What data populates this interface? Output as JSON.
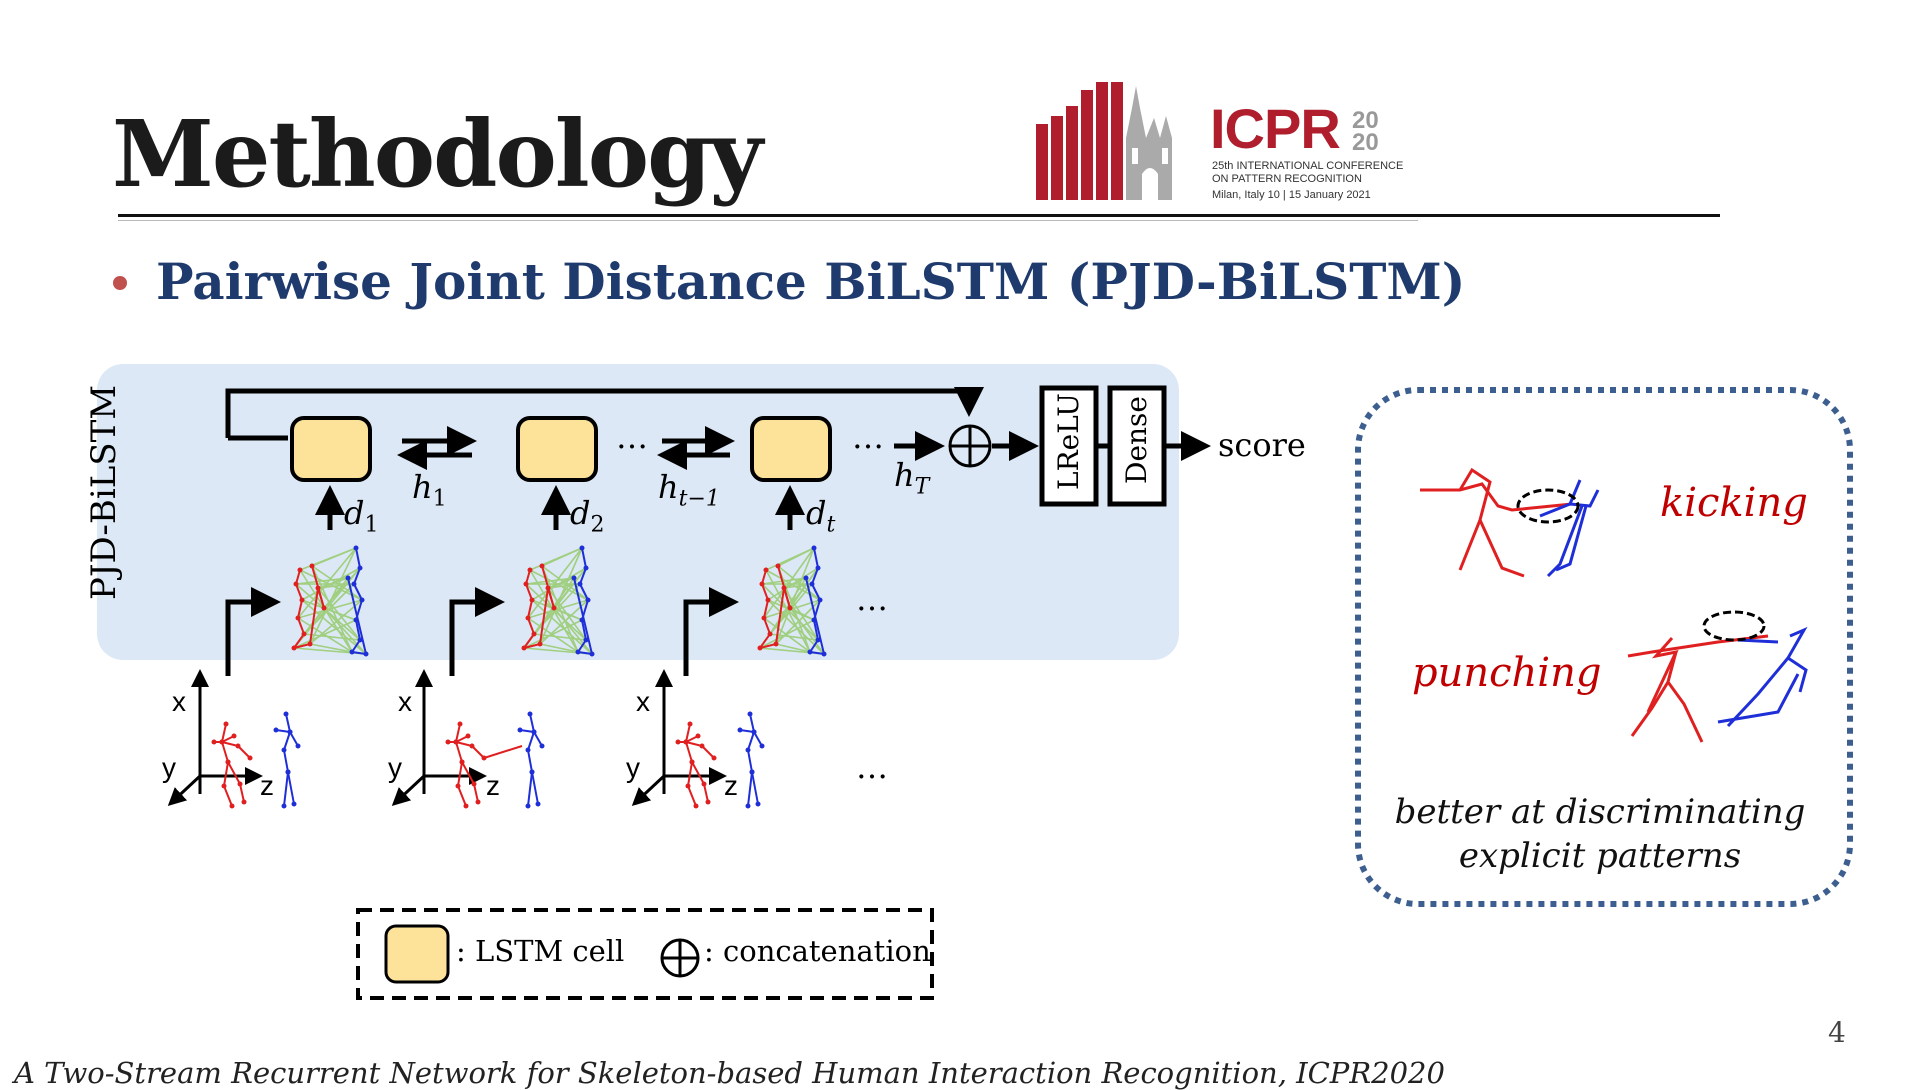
{
  "slide": {
    "title": "Methodology",
    "bullet": "Pairwise Joint Distance BiLSTM (PJD-BiLSTM)",
    "footer": "A Two-Stream Recurrent Network for Skeleton-based Human Interaction Recognition, ICPR2020",
    "page_number": "4"
  },
  "logo": {
    "name": "ICPR",
    "year_top": "20",
    "year_bottom": "20",
    "line1": "25th INTERNATIONAL CONFERENCE",
    "line2": "ON PATTERN RECOGNITION",
    "line3": "Milan, Italy 10 | 15 January 2021"
  },
  "diagram": {
    "panel_label": "PJD-BiLSTM",
    "hidden_labels": {
      "h1_base": "h",
      "h1_sub": "1",
      "ht1_base": "h",
      "ht1_sub": "t−1",
      "hT_base": "h",
      "hT_sub": "T"
    },
    "distance_labels": {
      "d1_base": "d",
      "d1_sub": "1",
      "d2_base": "d",
      "d2_sub": "2",
      "dt_base": "d",
      "dt_sub": "t"
    },
    "ellipsis": "…",
    "lrelu": "LReLU",
    "dense": "Dense",
    "score": "score",
    "axis_x": "x",
    "axis_y": "y",
    "axis_z": "z"
  },
  "legend": {
    "lstm_cell": ": LSTM cell",
    "concatenation": ": concatenation"
  },
  "examples": {
    "kicking": "kicking",
    "punching": "punching",
    "desc_line1": "better at discriminating",
    "desc_line2": "explicit patterns"
  },
  "colors": {
    "panel_bg": "#dce8f5",
    "cell_fill": "#fde39a",
    "accent_red": "#c00000",
    "bullet_blue": "#1f3b6e",
    "skeleton_red": "#e02020",
    "skeleton_blue": "#1f2fd8",
    "edge_green": "#9fcf7f",
    "dotted_border": "#3d5f8f"
  }
}
